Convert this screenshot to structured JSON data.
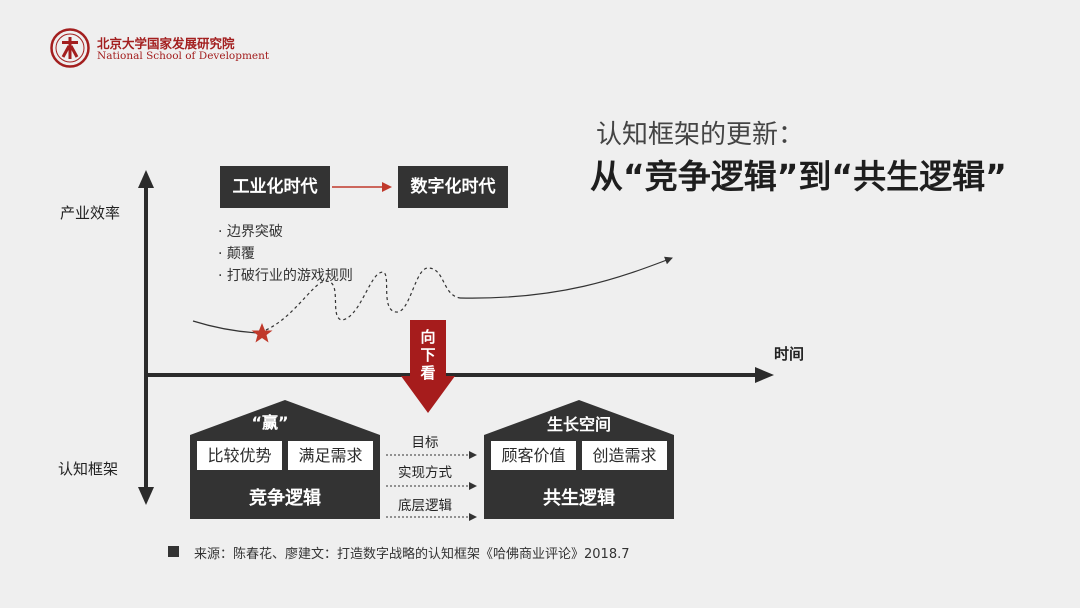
{
  "logo": {
    "name_cn": "北京大学国家发展研究院",
    "name_en": "National School of Development",
    "color": "#a31f1f"
  },
  "title": {
    "line1": "认知框架的更新：",
    "line2": "从“竞争逻辑”到“共生逻辑”"
  },
  "eras": {
    "from": "工业化时代",
    "to": "数字化时代",
    "arrow_color": "#c0392b"
  },
  "bullets": [
    "· 边界突破",
    "· 颠覆",
    "· 打破行业的游戏规则"
  ],
  "axes": {
    "y_top_label": "产业效率",
    "y_bottom_label": "认知框架",
    "x_label": "时间"
  },
  "down_arrow": {
    "text": "向下看",
    "color": "#a61c1c"
  },
  "house_left": {
    "roof_label": "“赢”",
    "cells": [
      "比较优势",
      "满足需求"
    ],
    "name": "竞争逻辑"
  },
  "house_right": {
    "roof_label": "生长空间",
    "cells": [
      "顾客价值",
      "创造需求"
    ],
    "name": "共生逻辑"
  },
  "comparison_labels": [
    "目标",
    "实现方式",
    "底层逻辑"
  ],
  "star_color": "#c0392b",
  "source": "来源：陈春花、廖建文：打造数字战略的认知框架《哈佛商业评论》2018.7"
}
